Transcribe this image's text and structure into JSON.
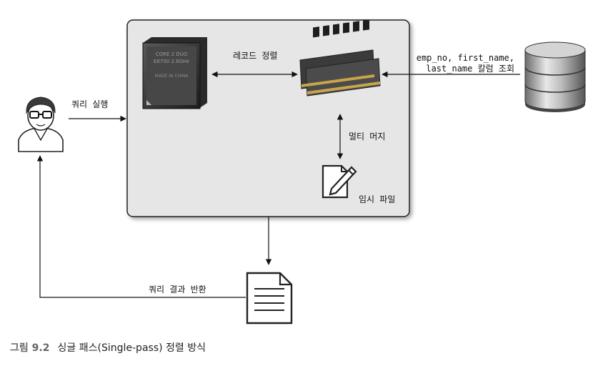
{
  "labels": {
    "query_exec": "쿼리 실행",
    "record_sort": "레코드 정렬",
    "columns_line1": "emp_no, first_name,",
    "columns_line2": "last_name 칼럼 조회",
    "multi_merge": "멀티 머지",
    "temp_file": "임시 파일",
    "return_result": "쿼리 결과 반환"
  },
  "cpu_chip": {
    "line1": "CORE 2 DUO",
    "line2": "E6700 2.6GHz",
    "line3": "MADE IN CHINA"
  },
  "caption": {
    "label": "그림 9.2",
    "text": "싱글 패스(Single-pass) 정렬 방식"
  },
  "icons": [
    "user-icon",
    "cpu-icon",
    "memory-icon",
    "database-icon",
    "temp-file-icon",
    "result-document-icon"
  ],
  "colors": {
    "box_fill": "#e6e6e6",
    "box_border": "#222222",
    "arrow": "#111111"
  }
}
